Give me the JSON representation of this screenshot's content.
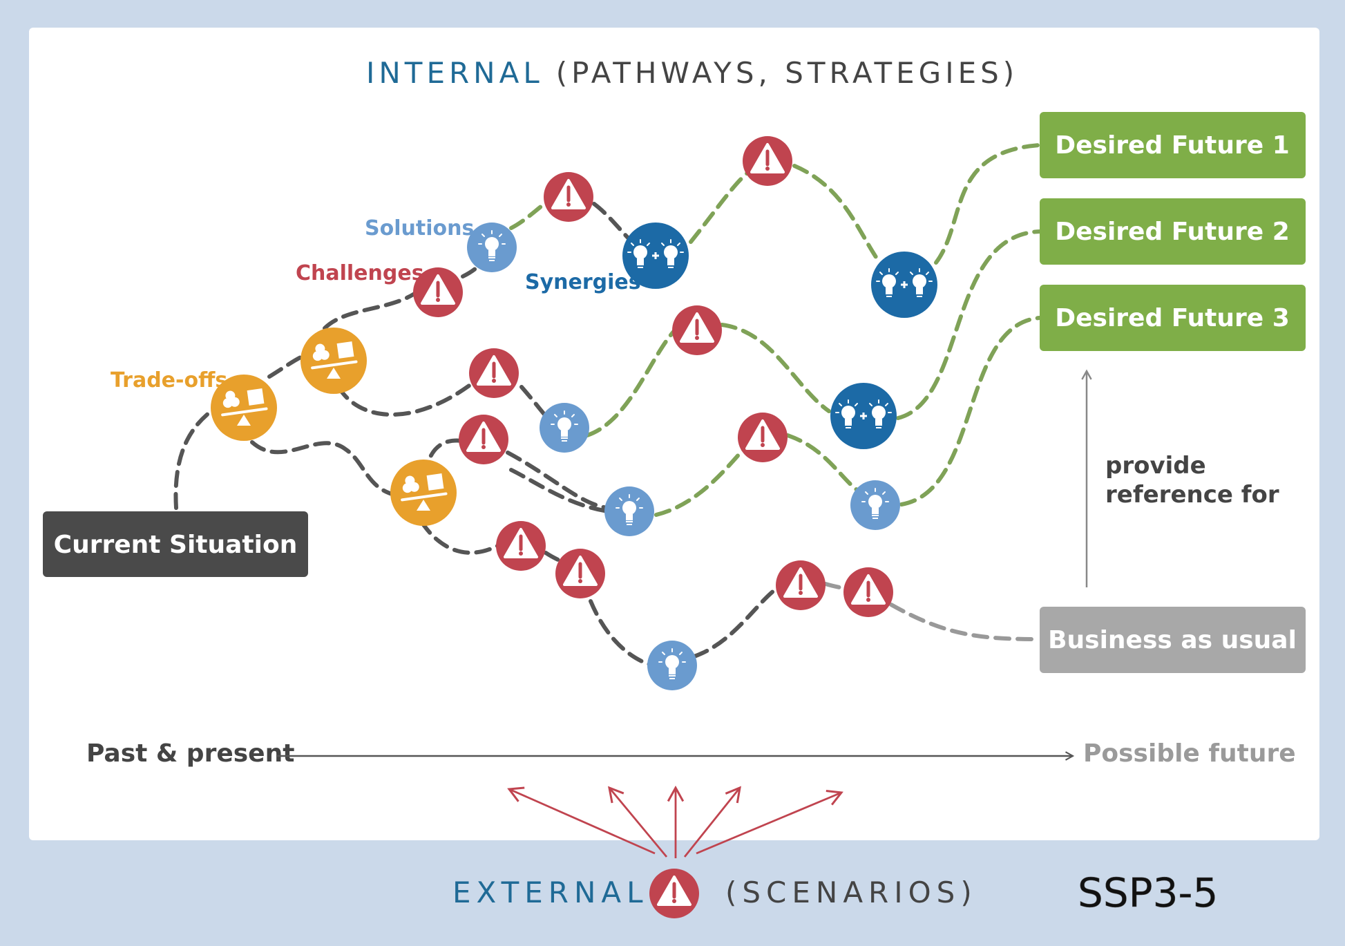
{
  "heading": {
    "internal": "INTERNAL",
    "internal_rest": "(PATHWAYS, STRATEGIES)"
  },
  "footer": {
    "external": "EXTERNAL",
    "external_rest": "(SCENARIOS)",
    "tag": "SSP3-5"
  },
  "legend": {
    "solutions": "Solutions",
    "challenges": "Challenges",
    "synergies": "Synergies",
    "tradeoffs": "Trade-offs"
  },
  "boxes": {
    "current": "Current Situation",
    "future1": "Desired Future 1",
    "future2": "Desired Future 2",
    "future3": "Desired Future 3",
    "bau": "Business as usual"
  },
  "reference": {
    "line1": "provide",
    "line2": "reference for"
  },
  "timeline": {
    "past": "Past & present",
    "future": "Possible future"
  },
  "colors": {
    "outer_bg": "#cbd9ea",
    "panel_bg": "#ffffff",
    "internal_blue": "#1f6a96",
    "challenge_red": "#c0444f",
    "solution_blue": "#6a9bcf",
    "synergy_blue": "#1c6aa6",
    "tradeoff_orange": "#e8a02c",
    "future_green": "#7fae48",
    "path_green": "#7fa257",
    "path_dark": "#555555",
    "path_grey": "#999999",
    "current_box": "#4a4a4a",
    "bau_box": "#a8a8a8"
  }
}
